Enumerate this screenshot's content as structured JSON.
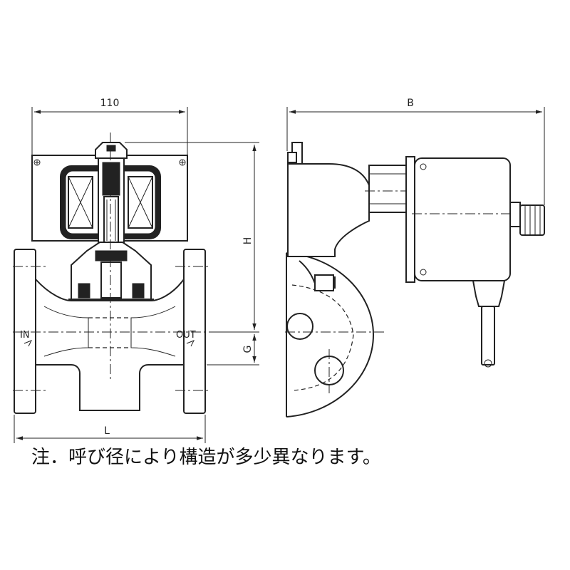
{
  "dimensions": {
    "width_front": "110",
    "width_side": "B",
    "height": "H",
    "center_height": "G",
    "length": "L"
  },
  "ports": {
    "inlet": "IN",
    "outlet": "OUT"
  },
  "note": "注．呼び径により構造が多少異なります。"
}
